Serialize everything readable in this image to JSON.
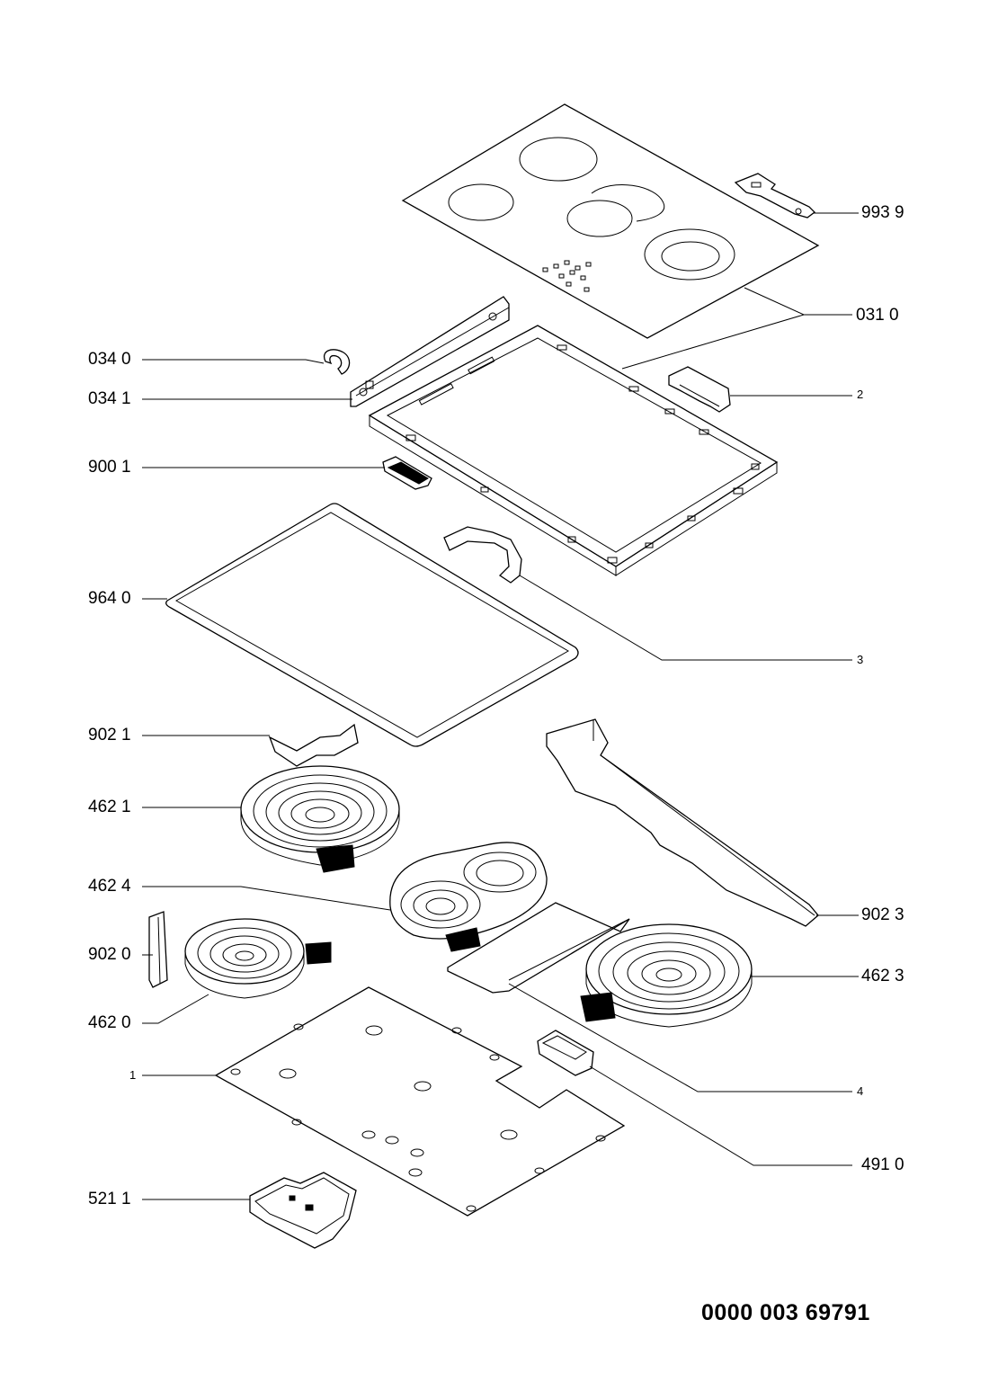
{
  "labels": {
    "p9939": "993 9",
    "p0310": "031 0",
    "p0340": "034 0",
    "p0341": "034 1",
    "p2": "2",
    "p9001": "900 1",
    "p9640": "964 0",
    "p3": "3",
    "p9021": "902 1",
    "p4621": "462 1",
    "p4624": "462 4",
    "p9023": "902 3",
    "p9020": "902 0",
    "p4623": "462 3",
    "p4620": "462 0",
    "p1": "1",
    "p4": "4",
    "p4910": "491 0",
    "p5211": "521 1"
  },
  "document_number": "0000 003 69791"
}
